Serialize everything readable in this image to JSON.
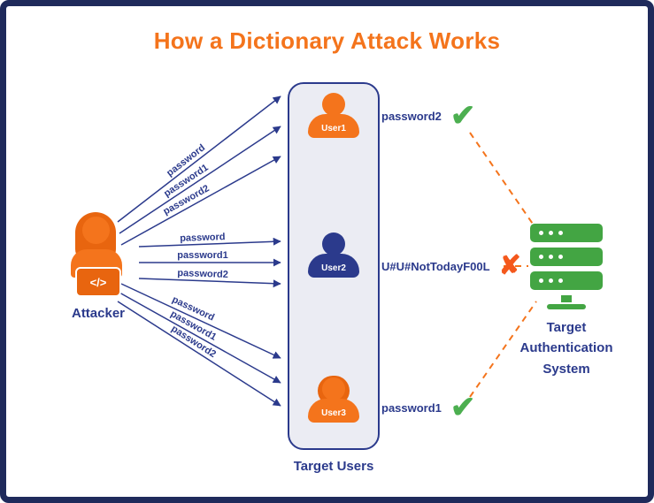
{
  "title": "How a Dictionary Attack Works",
  "attacker": {
    "label": "Attacker",
    "laptop_code": "</>"
  },
  "attempts": [
    [
      "password",
      "password1",
      "password2"
    ],
    [
      "password",
      "password1",
      "password2"
    ],
    [
      "password",
      "password1",
      "password2"
    ]
  ],
  "target_users": {
    "label": "Target Users",
    "users": [
      {
        "name": "User1"
      },
      {
        "name": "User2"
      },
      {
        "name": "User3"
      }
    ]
  },
  "results": [
    {
      "text": "password2",
      "status": "success"
    },
    {
      "text": "U#U#NotTodayF00L",
      "status": "fail"
    },
    {
      "text": "password1",
      "status": "success"
    }
  ],
  "icons": {
    "check": "✔",
    "cross": "✘"
  },
  "server": {
    "label": "Target Authentication System"
  },
  "colors": {
    "orange": "#F4741C",
    "dark_orange": "#E8650F",
    "navy": "#2B3A8C",
    "border_navy": "#1F2A5B",
    "green": "#43A543",
    "check_green": "#4CAF50",
    "cross_orange": "#F4581C",
    "box_fill": "#EBECF3"
  }
}
